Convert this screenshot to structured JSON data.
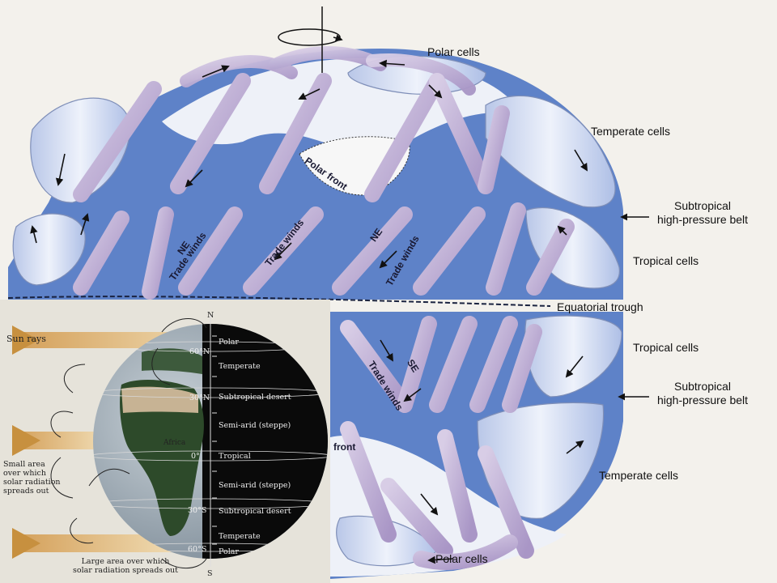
{
  "main_diagram": {
    "labels": {
      "polar_cells_top": "Polar cells",
      "temperate_cells_top": "Temperate cells",
      "subtropical_top": [
        "Subtropical",
        "high-pressure belt"
      ],
      "tropical_cells_top": "Tropical cells",
      "equatorial_trough": "Equatorial trough",
      "tropical_cells_bottom": "Tropical cells",
      "subtropical_bottom": [
        "Subtropical",
        "high-pressure belt"
      ],
      "temperate_cells_bottom": "Temperate cells",
      "polar_cells_bottom": "Polar cells"
    },
    "band_labels": {
      "polar_front_top": "Polar front",
      "polar_front_bottom": "front",
      "ne_trade_1a": "NE",
      "ne_trade_1b": "Trade winds",
      "ne_trade_2": "Trade winds",
      "ne_trade_3a": "NE",
      "ne_trade_3b": "Trade winds",
      "se_trade_a": "SE",
      "se_trade_b": "Trade winds"
    },
    "colors": {
      "globe_blue": "#5e82c8",
      "cell_light": "#dfe6f5",
      "ribbon": "#c8b8dc"
    }
  },
  "inset": {
    "sun_rays": "Sun rays",
    "north": "N",
    "south": "S",
    "small_area": [
      "Small area",
      "over which",
      "solar radiation",
      "spreads out"
    ],
    "large_area": [
      "Large area over which",
      "solar radiation spreads out"
    ],
    "continent": "Africa",
    "latitudes": [
      "60°N",
      "30°N",
      "0°",
      "30°S",
      "60°S"
    ],
    "zones": [
      "Polar",
      "Temperate",
      "Subtropical desert",
      "Semi-arid (steppe)",
      "Tropical",
      "Semi-arid (steppe)",
      "Subtropical desert",
      "Temperate",
      "Polar"
    ]
  }
}
